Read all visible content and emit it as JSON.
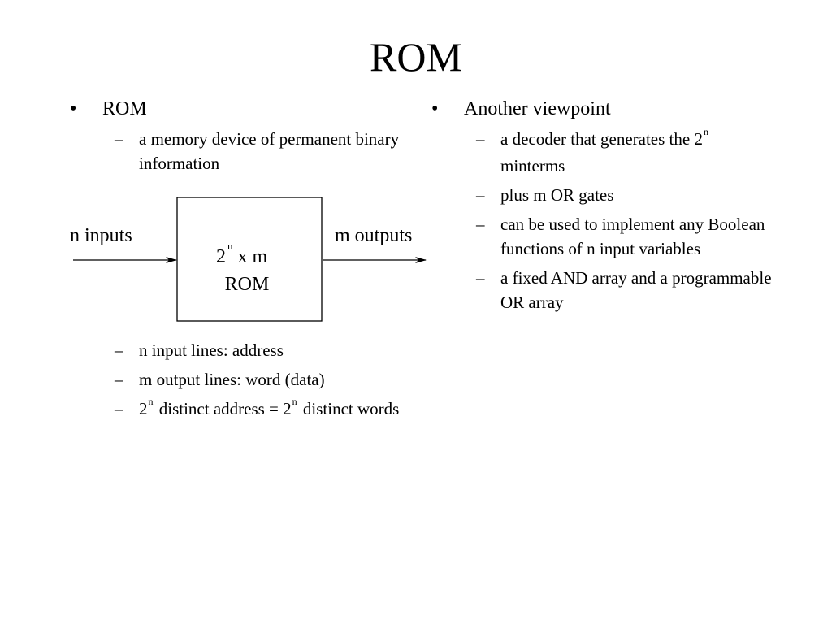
{
  "slide": {
    "title": "ROM"
  },
  "left": {
    "bullet": "ROM",
    "bullet_mark": "•",
    "intro_items": [
      "a memory device of permanent binary information"
    ],
    "diagram": {
      "input_label": "n inputs",
      "output_label": "m outputs",
      "box_line1_base": "2",
      "box_line1_sup": "n",
      "box_line1_rest": " x m",
      "box_line2": "ROM"
    },
    "lower_items": {
      "item1": "n input lines: address",
      "item2": "m output lines: word (data)",
      "item3_base1": "2",
      "item3_sup1": "n",
      "item3_mid": " distinct address = 2",
      "item3_sup2": "n",
      "item3_end": " distinct words"
    }
  },
  "right": {
    "bullet": "Another viewpoint",
    "bullet_mark": "•",
    "item1_text": "a decoder that generates the 2",
    "item1_sup": "n",
    "item1_end": " minterms",
    "item2": "plus m OR gates",
    "item3": "can be used to implement any Boolean functions of n input variables",
    "item4": "a fixed AND array and a programmable OR array"
  },
  "dash": "–"
}
